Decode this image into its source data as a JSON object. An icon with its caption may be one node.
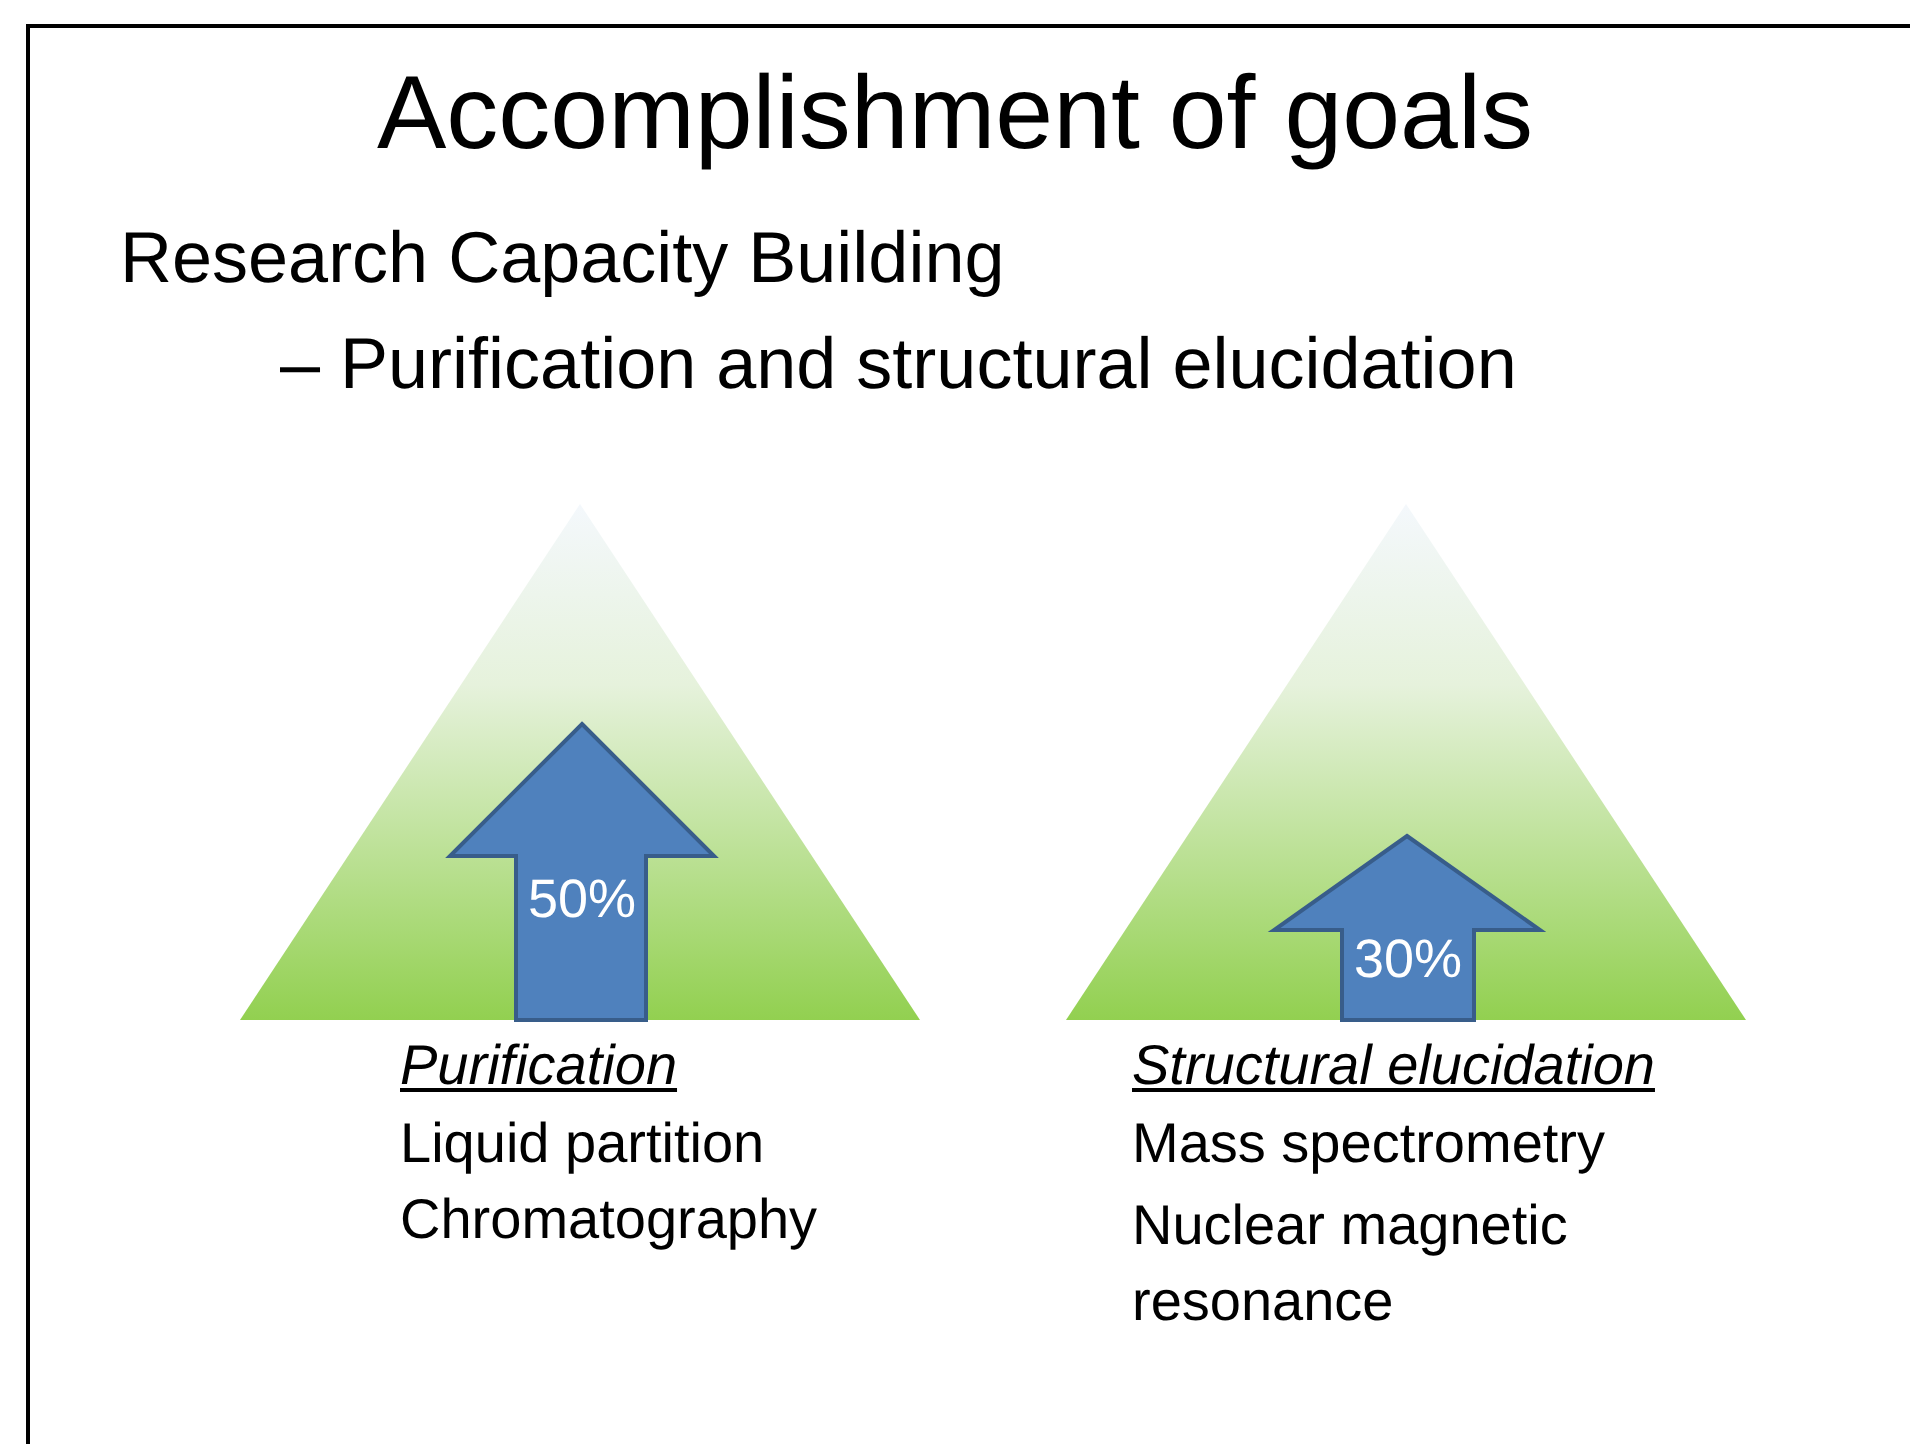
{
  "diagram": {
    "title": "Accomplishment of goals",
    "nodes": [
      {
        "text": [],
        "shape": "triangle"
      },
      {
        "text": [
          "50%"
        ],
        "in": 0
      },
      {
        "text": [],
        "shape": "triangle"
      },
      {
        "text": [
          "30%"
        ],
        "in": 2
      }
    ],
    "labels": [
      "Research Capacity Building",
      "– Purification and structural elucidation",
      "Purification",
      "Structural elucidation",
      "Liquid partition",
      "Mass spectrometry",
      "Chromatography",
      "Nuclear magnetic resonance"
    ]
  }
}
